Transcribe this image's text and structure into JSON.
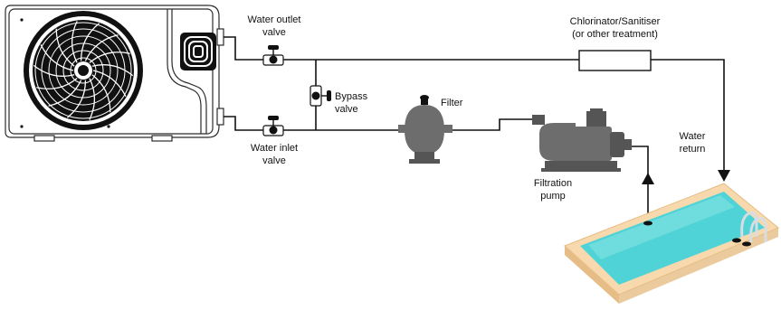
{
  "colors": {
    "line": "#111111",
    "unit_outline": "#2b2b2b",
    "component_fill": "#6d6d6d",
    "component_dark": "#555555",
    "pool_water": "#4fd3d6",
    "pool_water_light": "#8fe6e6",
    "pool_deck": "#f7d9ad",
    "pool_deck_edge": "#e6bd86",
    "ladder": "#d8dde3"
  },
  "labels": {
    "water_outlet_valve": [
      "Water outlet",
      "valve"
    ],
    "water_inlet_valve": [
      "Water inlet",
      "valve"
    ],
    "bypass_valve": [
      "Bypass",
      "valve"
    ],
    "filter": [
      "Filter"
    ],
    "chlorinator": [
      "Chlorinator/Sanitiser",
      "(or other treatment)"
    ],
    "filtration_pump": [
      "Filtration",
      "pump"
    ],
    "water_return": [
      "Water",
      "return"
    ]
  },
  "icons": [
    "heat-pump-unit",
    "fan-icon",
    "valve-icon",
    "filter-tank-icon",
    "pump-icon",
    "chlorinator-box",
    "swimming-pool",
    "flow-arrow-icon"
  ]
}
